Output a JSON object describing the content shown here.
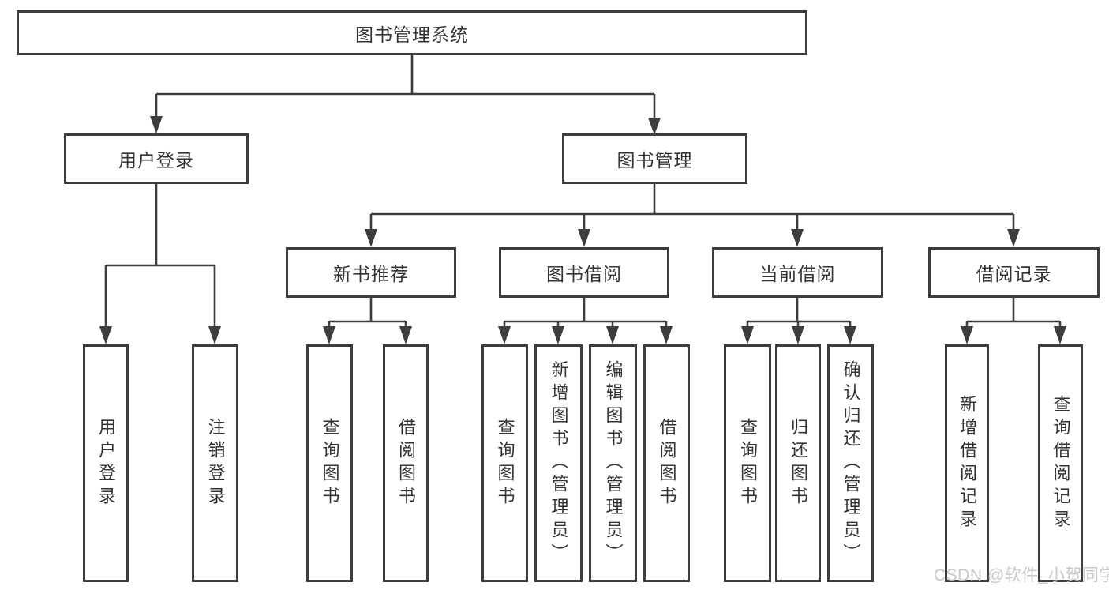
{
  "root": {
    "label": "图书管理系统"
  },
  "level2": {
    "user_login": {
      "label": "用户登录"
    },
    "book_management": {
      "label": "图书管理"
    }
  },
  "level3": {
    "new_book_recommendation": {
      "label": "新书推荐"
    },
    "book_borrowing": {
      "label": "图书借阅"
    },
    "current_borrowing": {
      "label": "当前借阅"
    },
    "borrowing_records": {
      "label": "借阅记录"
    }
  },
  "leaves": {
    "user_login": {
      "label": "用户登录"
    },
    "logout": {
      "label": "注销登录"
    },
    "recommend_query_books": {
      "label": "查询图书"
    },
    "recommend_borrow_books": {
      "label": "借阅图书"
    },
    "borrowing_query_books": {
      "label": "查询图书"
    },
    "borrowing_add_books_admin": {
      "label": "新增图书（管理员）"
    },
    "borrowing_edit_books_admin": {
      "label": "编辑图书（管理员）"
    },
    "borrowing_borrow_books": {
      "label": "借阅图书"
    },
    "current_query_books": {
      "label": "查询图书"
    },
    "current_return_books": {
      "label": "归还图书"
    },
    "current_confirm_return_admin": {
      "label": "确认归还（管理员）"
    },
    "records_add_borrow_record": {
      "label": "新增借阅记录"
    },
    "records_query_borrow_record": {
      "label": "查询借阅记录"
    }
  },
  "watermark": {
    "text": "CSDN @软件_小贺同学"
  },
  "colors": {
    "line": "#3d3d3d",
    "border": "#3d3d3d",
    "text": "#333333",
    "watermark": "#c8c8c8",
    "background": "#ffffff"
  }
}
